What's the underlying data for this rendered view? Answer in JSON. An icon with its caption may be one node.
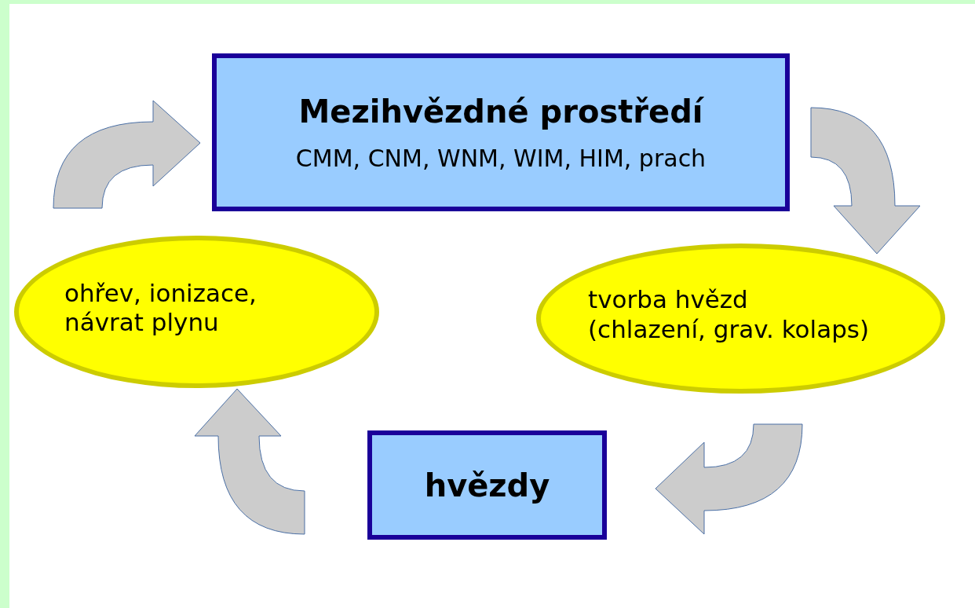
{
  "diagram": {
    "nodes": [
      {
        "text": [
          "Mezihvězdné prostředí",
          "CMM, CNM, WNM, WIM, HIM, prach"
        ]
      },
      {
        "text": [
          "tvorba hvězd (chlazení, grav. kolaps)"
        ]
      },
      {
        "text": [
          "hvězdy"
        ]
      },
      {
        "text": [
          "ohřev, ionizace, návrat plynu"
        ]
      }
    ],
    "edges": [
      {
        "from": 0,
        "to": 1,
        "arrow": "to"
      },
      {
        "from": 1,
        "to": 2,
        "arrow": "to"
      },
      {
        "from": 2,
        "to": 3,
        "arrow": "to"
      },
      {
        "from": 3,
        "to": 0,
        "arrow": "to"
      }
    ]
  }
}
